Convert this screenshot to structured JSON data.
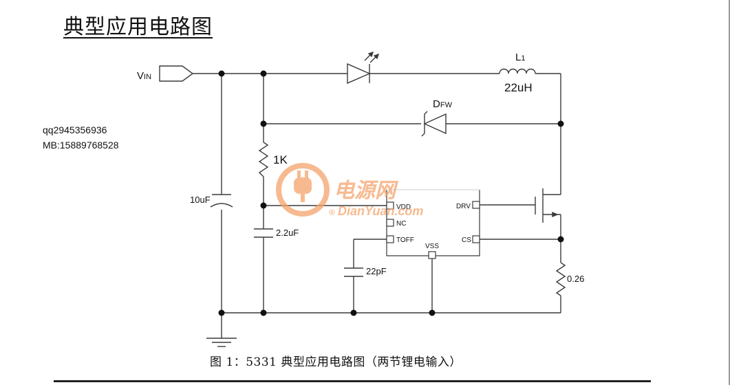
{
  "title": "典型应用电路图",
  "contact": {
    "qq": "qq2945356936",
    "mb": "MB:15889768528"
  },
  "labels": {
    "vin_main": "V",
    "vin_sub": "IN",
    "l1_main": "L",
    "l1_sub": "1",
    "inductor_value": "22uH",
    "dfw_main": "D",
    "dfw_sub": "FW",
    "resistor_1k": "1K",
    "cap_10uf": "10uF",
    "cap_2_2uf": "2.2uF",
    "cap_22pf": "22pF",
    "resistor_sense": "0.26"
  },
  "ic_pins": {
    "vdd": "VDD",
    "nc": "NC",
    "toff": "TOFF",
    "vss": "VSS",
    "drv": "DRV",
    "cs": "CS"
  },
  "watermark": {
    "cn": "电源网",
    "en": "DianYuan.com",
    "reg": "®"
  },
  "caption": "图 1：5331 典型应用电路图（两节锂电输入）",
  "colors": {
    "wire": "#3a3a3a",
    "watermark": "#f5a36b",
    "text": "#111111"
  }
}
